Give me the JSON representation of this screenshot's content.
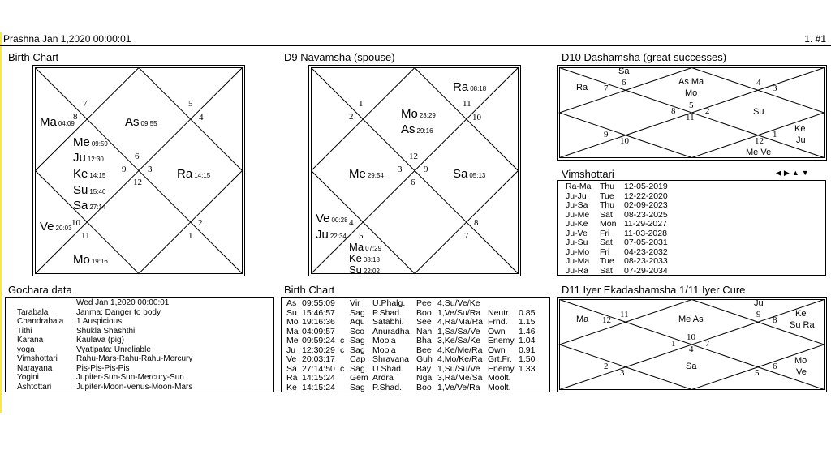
{
  "header": {
    "left": "Prashna   Jan 1,2020 00:00:01",
    "right": "1. #1"
  },
  "birth_chart": {
    "title": "Birth Chart",
    "planets": {
      "ma": {
        "name": "Ma",
        "deg": "04:09"
      },
      "as": {
        "name": "As",
        "deg": "09:55"
      },
      "me": {
        "name": "Me",
        "deg": "09:59"
      },
      "ju": {
        "name": "Ju",
        "deg": "12:30"
      },
      "ke": {
        "name": "Ke",
        "deg": "14:15"
      },
      "su": {
        "name": "Su",
        "deg": "15:46"
      },
      "sa": {
        "name": "Sa",
        "deg": "27:14"
      },
      "ra": {
        "name": "Ra",
        "deg": "14:15"
      },
      "ve": {
        "name": "Ve",
        "deg": "20:03"
      },
      "mo": {
        "name": "Mo",
        "deg": "19:16"
      }
    },
    "signs": {
      "h1": "9",
      "h2": "8",
      "h3": "7",
      "h4": "5",
      "h5": "4",
      "h6": "6",
      "h7": "3",
      "h8": "2",
      "h9": "1",
      "h10": "11",
      "h11": "10",
      "h12": "12"
    }
  },
  "navamsha": {
    "title": "D9 Navamsha  (spouse)",
    "planets": {
      "ra": {
        "name": "Ra",
        "deg": "08:18"
      },
      "mo": {
        "name": "Mo",
        "deg": "23:29"
      },
      "as": {
        "name": "As",
        "deg": "29:16"
      },
      "me": {
        "name": "Me",
        "deg": "29:54"
      },
      "sa": {
        "name": "Sa",
        "deg": "05:13"
      },
      "ve": {
        "name": "Ve",
        "deg": "00:28"
      },
      "ju": {
        "name": "Ju",
        "deg": "22:34"
      },
      "ma": {
        "name": "Ma",
        "deg": "07:29"
      },
      "ke": {
        "name": "Ke",
        "deg": "08:18"
      },
      "su": {
        "name": "Su",
        "deg": "22:02"
      }
    },
    "signs": {
      "s1": "1",
      "s2": "2",
      "s11": "11",
      "s10": "10",
      "s12": "12",
      "s3": "3",
      "s9": "9",
      "s6": "6",
      "s4": "4",
      "s5": "5",
      "s8": "8",
      "s7": "7"
    }
  },
  "dashamsha": {
    "title": "D10 Dashamsha  (great successes)",
    "planets": {
      "sa": "Sa",
      "ra": "Ra",
      "asma": "As Ma",
      "mo": "Mo",
      "su": "Su",
      "ke": "Ke",
      "ju": "Ju",
      "meve": "Me Ve"
    },
    "signs": {
      "s6": "6",
      "s7": "7",
      "s5": "5",
      "s4": "4",
      "s3": "3",
      "s8": "8",
      "s11": "11",
      "s2": "2",
      "s9": "9",
      "s10": "10",
      "s12": "12",
      "s1": "1"
    }
  },
  "vimshottari": {
    "title": "Vimshottari",
    "rows": [
      [
        "Ra-Ma",
        "Thu",
        "12-05-2019"
      ],
      [
        "Ju-Ju",
        "Tue",
        "12-22-2020"
      ],
      [
        "Ju-Sa",
        "Thu",
        "02-09-2023"
      ],
      [
        "Ju-Me",
        "Sat",
        "08-23-2025"
      ],
      [
        "Ju-Ke",
        "Mon",
        "11-29-2027"
      ],
      [
        "Ju-Ve",
        "Fri",
        "11-03-2028"
      ],
      [
        "Ju-Su",
        "Sat",
        "07-05-2031"
      ],
      [
        "Ju-Mo",
        "Fri",
        "04-23-2032"
      ],
      [
        "Ju-Ma",
        "Tue",
        "08-23-2033"
      ],
      [
        "Ju-Ra",
        "Sat",
        "07-29-2034"
      ]
    ]
  },
  "gochara": {
    "title": "Gochara data",
    "date": "Wed Jan 1,2020  00:00:01",
    "rows": [
      [
        "Tarabala",
        "Janma: Danger to body"
      ],
      [
        "Chandrabala",
        "1 Auspicious"
      ],
      [
        "Tithi",
        "Shukla Shashthi"
      ],
      [
        "Karana",
        "Kaulava (pig)"
      ],
      [
        "yoga",
        "Vyatipata: Unreliable"
      ],
      [
        "Vimshottari",
        "Rahu-Mars-Rahu-Rahu-Mercury"
      ],
      [
        "Narayana",
        "Pis-Pis-Pis-Pis"
      ],
      [
        "Yogini",
        "Jupiter-Sun-Sun-Mercury-Sun"
      ],
      [
        "Ashtottari",
        "Jupiter-Moon-Venus-Moon-Mars"
      ]
    ]
  },
  "birth_table": {
    "title": "Birth Chart",
    "rows": [
      [
        "As",
        "09:55:09",
        "",
        "Vir",
        "U.Phalg.",
        "Pee",
        "4,Su/Ve/Ke",
        "",
        ""
      ],
      [
        "Su",
        "15:46:57",
        "",
        "Sag",
        "P.Shad.",
        "Boo",
        "1,Ve/Su/Ra",
        "Neutr.",
        "0.85"
      ],
      [
        "Mo",
        "19:16:36",
        "",
        "Aqu",
        "Satabhi.",
        "See",
        "4,Ra/Ma/Ra",
        "Frnd.",
        "1.15"
      ],
      [
        "Ma",
        "04:09:57",
        "",
        "Sco",
        "Anuradha",
        "Nah",
        "1,Sa/Sa/Ve",
        "Own",
        "1.46"
      ],
      [
        "Me",
        "09:59:24",
        "c",
        "Sag",
        "Moola",
        "Bha",
        "3,Ke/Sa/Ke",
        "Enemy",
        "1.04"
      ],
      [
        "Ju",
        "12:30:29",
        "c",
        "Sag",
        "Moola",
        "Bee",
        "4,Ke/Me/Ra",
        "Own",
        "0.91"
      ],
      [
        "Ve",
        "20:03:17",
        "",
        "Cap",
        "Shravana",
        "Guh",
        "4,Mo/Ke/Ra",
        "Grt.Fr.",
        "1.50"
      ],
      [
        "Sa",
        "27:14:50",
        "c",
        "Sag",
        "U.Shad.",
        "Bay",
        "1,Su/Su/Ve",
        "Enemy",
        "1.33"
      ],
      [
        "Ra",
        "14:15:24",
        "",
        "Gem",
        "Ardra",
        "Nga",
        "3,Ra/Me/Sa",
        "Moolt.",
        ""
      ],
      [
        "Ke",
        "14:15:24",
        "",
        "Sag",
        "P.Shad.",
        "Boo",
        "1,Ve/Ve/Ra",
        "Moolt.",
        ""
      ]
    ]
  },
  "ekadashamsha": {
    "title": "D11 Iyer Ekadashamsha 1/11 Iyer  Cure",
    "planets": {
      "ju": "Ju",
      "ma": "Ma",
      "meas": "Me As",
      "ke": "Ke",
      "sura": "Su Ra",
      "sa": "Sa",
      "mo": "Mo",
      "ve": "Ve"
    },
    "signs": {
      "s9": "9",
      "s11": "11",
      "s12": "12",
      "s8": "8",
      "s1": "1",
      "s10": "10",
      "s7": "7",
      "s4": "4",
      "s2": "2",
      "s3": "3",
      "s5": "5",
      "s6": "6"
    }
  }
}
